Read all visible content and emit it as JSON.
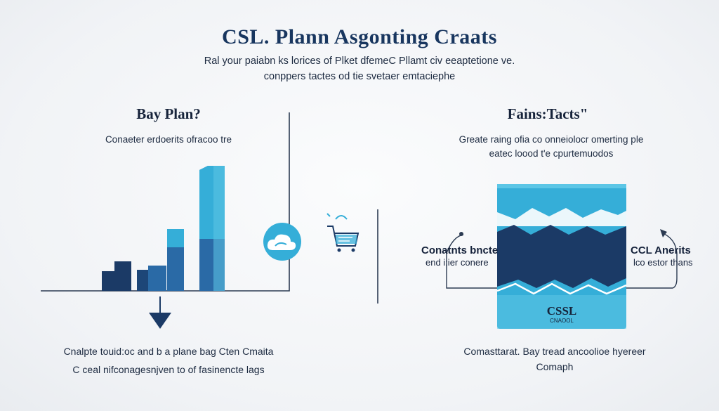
{
  "header": {
    "title": "CSL. Plann Asgonting Craats",
    "subtitle_line1": "Ral your paiabn ks lorices of Plket dfemeC Pllamt civ eeaptetione ve.",
    "subtitle_line2": "conppers tactes od tie svetaer emtaciephe"
  },
  "left_panel": {
    "heading": "Bay Plan?",
    "description": "Conaeter erdoerits ofracoo tre",
    "footer_line1": "Cnalpte touid:oc and b a plane bag Cten Cmaita",
    "footer_line2": "C ceal nifconagesnjven to of fasinencte lags"
  },
  "right_panel": {
    "heading": "Fains:Tacts\"",
    "description_line1": "Greate raing ofia co onneiolocr omerting ple",
    "description_line2": "eatec loood t'e cpurtemuodos",
    "left_label_title": "Conatnts bncte",
    "left_label_sub": "end i:ier conere",
    "right_label_title": "CCL Anerits",
    "right_label_sub": "lco estor thans",
    "container_logo": "CSSL",
    "container_logo_sub": "CNAOOL",
    "footer_line1": "Comasttarat. Bay tread ancoolioe hyereer",
    "footer_line2": "Comaph"
  },
  "icons": {
    "cloud": "cloud-icon",
    "cart": "cart-icon",
    "arrow": "down-arrow-icon"
  },
  "colors": {
    "navy": "#1b3a66",
    "mid_blue": "#2a6aa6",
    "cyan": "#35aed8",
    "light_cyan": "#5cc6e6",
    "line": "#2c3b52"
  }
}
